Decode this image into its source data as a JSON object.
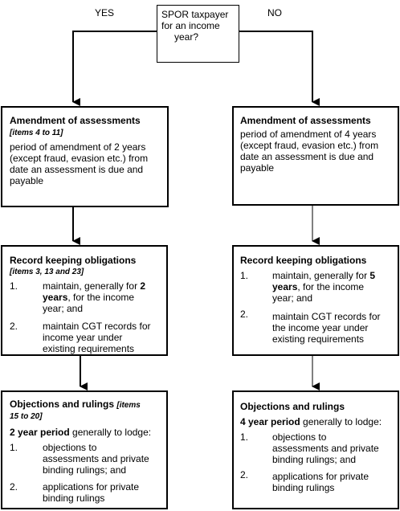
{
  "top": {
    "question": [
      "SPOR taxpayer",
      "for an income",
      "year?"
    ],
    "yes": "YES",
    "no": "NO"
  },
  "left": {
    "amend": {
      "title": "Amendment of assessments",
      "items": "[items 4 to 11]",
      "body": [
        "period of amendment of 2 years",
        "(except fraud, evasion etc.) from",
        "date an assessment is due and",
        "payable"
      ]
    },
    "record": {
      "title": "Record keeping obligations",
      "items": "[items 3, 13 and 23]",
      "list": [
        {
          "n": "1.",
          "lines": [
            "maintain, generally for",
            "2",
            "years",
            ", for the income",
            "year; and"
          ]
        },
        {
          "n": "2.",
          "lines": [
            "maintain CGT records for",
            "income year under",
            "existing requirements"
          ]
        }
      ]
    },
    "obj": {
      "title": "Objections and rulings",
      "items_a": "[items",
      "items_b": "15 to 20]",
      "period": "2 year period",
      "period_rest": " generally to lodge:",
      "list": [
        {
          "n": "1.",
          "lines": [
            "objections to",
            "assessments and private",
            "binding rulings; and"
          ]
        },
        {
          "n": "2.",
          "lines": [
            "applications for private",
            "binding rulings"
          ]
        }
      ]
    }
  },
  "right": {
    "amend": {
      "title": "Amendment of assessments",
      "body": [
        "period of amendment of 4 years",
        "(except fraud, evasion etc.) from",
        "date an assessment is due and",
        "payable"
      ]
    },
    "record": {
      "title": "Record keeping obligations",
      "list": [
        {
          "n": "1.",
          "lines": [
            "maintain, generally for",
            "5",
            "years",
            ", for the income",
            "year; and"
          ]
        },
        {
          "n": "2.",
          "lines": [
            "maintain CGT records for",
            "the income year under",
            "existing requirements"
          ]
        }
      ]
    },
    "obj": {
      "title": "Objections and rulings",
      "period": "4 year period",
      "period_rest": " generally to lodge:",
      "list": [
        {
          "n": "1.",
          "lines": [
            "objections to",
            "assessments and private",
            "binding rulings; and"
          ]
        },
        {
          "n": "2.",
          "lines": [
            "applications for private",
            "binding rulings"
          ]
        }
      ]
    }
  }
}
